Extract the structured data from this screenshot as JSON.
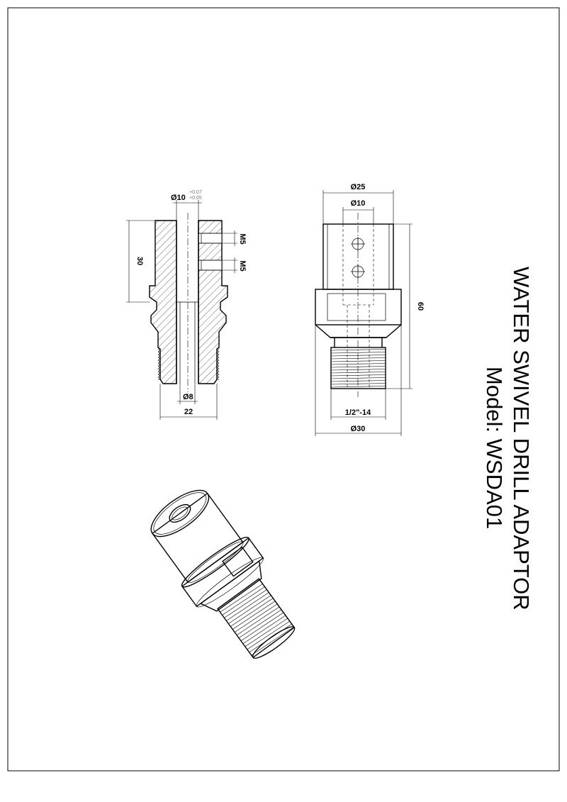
{
  "drawing": {
    "title_line1": "WATER SWIVEL DRILL ADAPTOR",
    "title_line2": "Model: WSDA01"
  },
  "section_view": {
    "bore_dia": "Ø10",
    "bore_tol_upper": "+0.07",
    "bore_tol_lower": "+0.05",
    "height": "30",
    "thread_top": "M5",
    "thread_bottom": "M5",
    "inner_dia": "Ø8",
    "width": "22"
  },
  "side_view": {
    "outer_dia": "Ø25",
    "bore_dia": "Ø10",
    "length": "60",
    "thread_spec": "1/2\"-14",
    "base_dia": "Ø30"
  }
}
